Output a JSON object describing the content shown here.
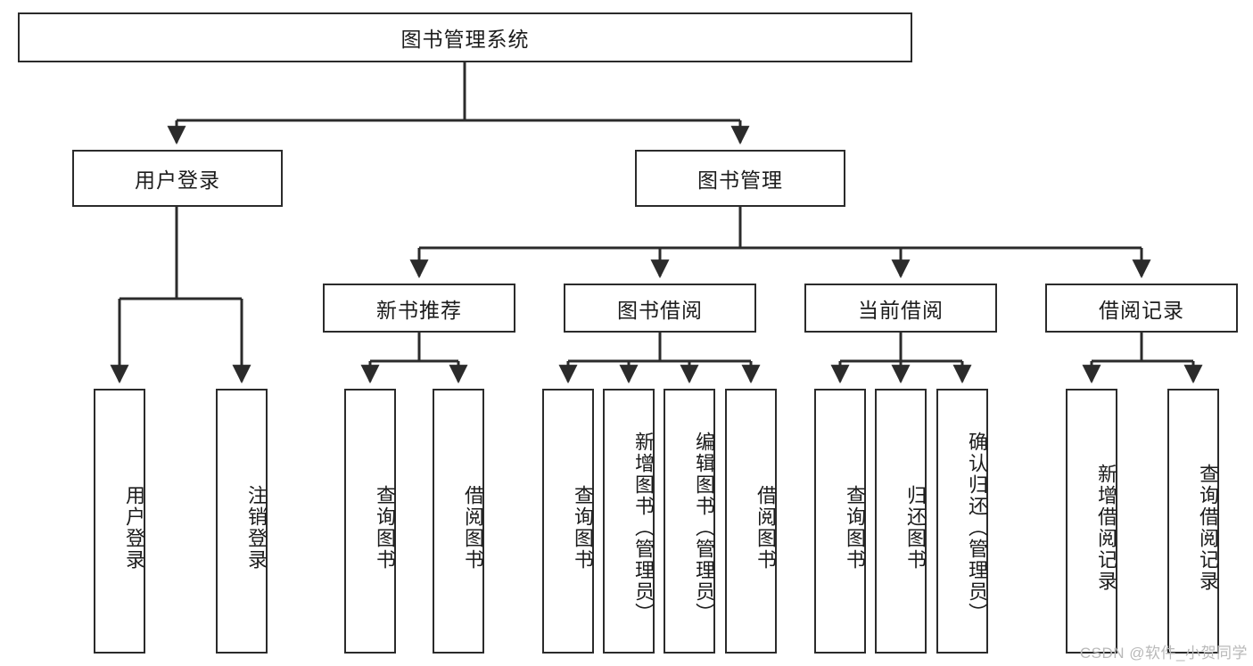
{
  "diagram": {
    "type": "tree-hierarchy-flowchart",
    "root": {
      "id": "root",
      "label": "图书管理系统"
    },
    "level2": [
      {
        "id": "user-login",
        "label": "用户登录"
      },
      {
        "id": "book-management",
        "label": "图书管理"
      }
    ],
    "level3": [
      {
        "id": "new-book-recommend",
        "label": "新书推荐"
      },
      {
        "id": "book-borrow",
        "label": "图书借阅"
      },
      {
        "id": "current-borrow",
        "label": "当前借阅"
      },
      {
        "id": "borrow-record",
        "label": "借阅记录"
      }
    ],
    "leaves": {
      "user_login": [
        {
          "id": "leaf-user-login",
          "label": "用户登录"
        },
        {
          "id": "leaf-logout",
          "label": "注销登录"
        }
      ],
      "new_book_recommend": [
        {
          "id": "leaf-query-book-1",
          "label": "查询图书"
        },
        {
          "id": "leaf-borrow-book-1",
          "label": "借阅图书"
        }
      ],
      "book_borrow": [
        {
          "id": "leaf-query-book-2",
          "label": "查询图书"
        },
        {
          "id": "leaf-add-book",
          "label": "新增图书（管理员）"
        },
        {
          "id": "leaf-edit-book",
          "label": "编辑图书（管理员）"
        },
        {
          "id": "leaf-borrow-book-2",
          "label": "借阅图书"
        }
      ],
      "current_borrow": [
        {
          "id": "leaf-query-book-3",
          "label": "查询图书"
        },
        {
          "id": "leaf-return-book",
          "label": "归还图书"
        },
        {
          "id": "leaf-confirm-return",
          "label": "确认归还（管理员）"
        }
      ],
      "borrow_record": [
        {
          "id": "leaf-add-record",
          "label": "新增借阅记录"
        },
        {
          "id": "leaf-query-record",
          "label": "查询借阅记录"
        }
      ]
    }
  },
  "watermark": {
    "text": "CSDN @软件_小贺同学"
  },
  "colors": {
    "stroke": "#2b2b2b",
    "background": "#ffffff",
    "text": "#1c1c1c",
    "watermark": "#b9b9b9"
  }
}
